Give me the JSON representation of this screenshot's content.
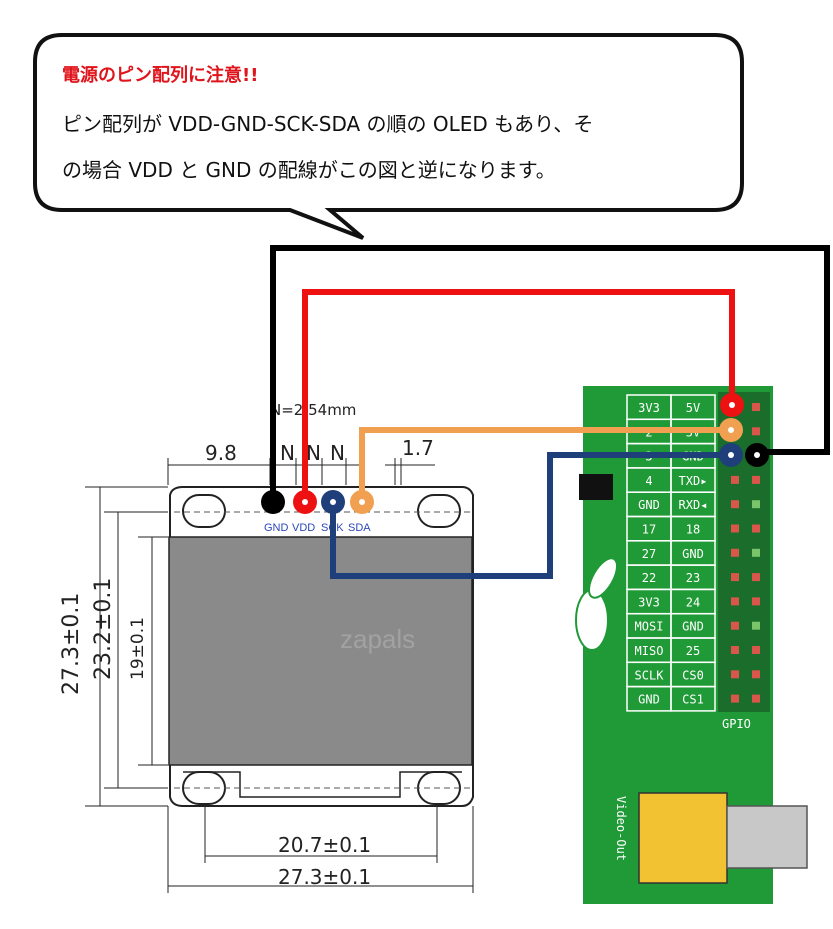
{
  "callout": {
    "warning": "電源のピン配列に注意!!",
    "line1": "ピン配列が VDD-GND-SCK-SDA  の順の OLED もあり、そ",
    "line2": "の場合  VDD と GND の配線がこの図と逆になります。"
  },
  "oled": {
    "pitch": "N=2.54mm",
    "dim_left": "9.8",
    "dim_n": "N",
    "dim_right": "1.7",
    "dim_h_outer": "27.3±0.1",
    "dim_h_mid": "23.2±0.1",
    "dim_h_inner": "19±0.1",
    "dim_w_inner": "20.7±0.1",
    "dim_w_outer": "27.3±0.1",
    "watermark": "zapals",
    "pins": [
      "GND",
      "VDD",
      "SCK",
      "SDA"
    ]
  },
  "pi": {
    "gpio_label": "GPIO",
    "video_label": "Video-Out",
    "rows": [
      [
        "3V3",
        "5V"
      ],
      [
        "2",
        "5V"
      ],
      [
        "3",
        "GND"
      ],
      [
        "4",
        "TXD▸"
      ],
      [
        "GND",
        "RXD◂"
      ],
      [
        "17",
        "18"
      ],
      [
        "27",
        "GND"
      ],
      [
        "22",
        "23"
      ],
      [
        "3V3",
        "24"
      ],
      [
        "MOSI",
        "GND"
      ],
      [
        "MISO",
        "25"
      ],
      [
        "SCLK",
        "CS0"
      ],
      [
        "GND",
        "CS1"
      ]
    ]
  },
  "colors": {
    "gnd_wire": "#000000",
    "vdd_wire": "#ee1111",
    "sck_wire": "#1e3f7a",
    "sda_wire": "#f0a050",
    "board": "#1f9a36",
    "warning": "#e0141b"
  }
}
